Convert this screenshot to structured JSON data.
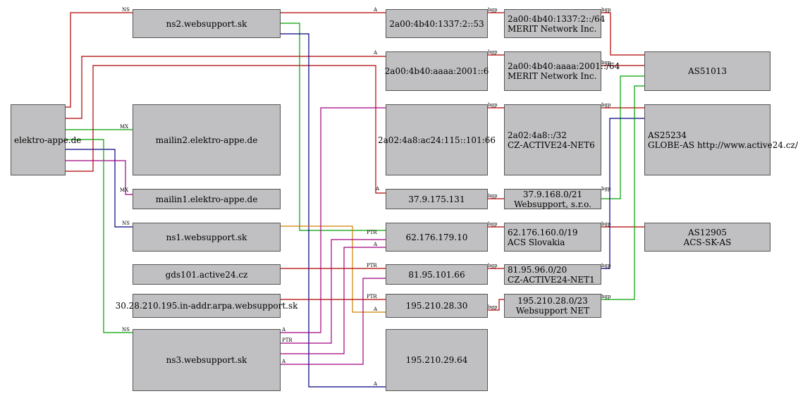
{
  "nodes": [
    {
      "id": "elektro",
      "lines": [
        "elektro-appe.de"
      ]
    },
    {
      "id": "ns2",
      "lines": [
        "ns2.websupport.sk"
      ]
    },
    {
      "id": "mailin2",
      "lines": [
        "mailin2.elektro-appe.de"
      ]
    },
    {
      "id": "mailin1",
      "lines": [
        "mailin1.elektro-appe.de"
      ]
    },
    {
      "id": "ns1",
      "lines": [
        "ns1.websupport.sk"
      ]
    },
    {
      "id": "gds101",
      "lines": [
        "gds101.active24.cz"
      ]
    },
    {
      "id": "inaddr",
      "lines": [
        "30.28.210.195.in-addr.arpa.websupport.sk"
      ]
    },
    {
      "id": "ns3",
      "lines": [
        "ns3.websupport.sk"
      ]
    },
    {
      "id": "ip53",
      "lines": [
        "2a00:4b40:1337:2::53"
      ]
    },
    {
      "id": "ip6",
      "lines": [
        "2a00:4b40:aaaa:2001::6"
      ]
    },
    {
      "id": "ip66",
      "lines": [
        "2a02:4a8:ac24:115::101:66"
      ]
    },
    {
      "id": "ip131",
      "lines": [
        "37.9.175.131"
      ]
    },
    {
      "id": "ip10",
      "lines": [
        "62.176.179.10"
      ]
    },
    {
      "id": "ip8166",
      "lines": [
        "81.95.101.66"
      ]
    },
    {
      "id": "ip30",
      "lines": [
        "195.210.28.30"
      ]
    },
    {
      "id": "ip64",
      "lines": [
        "195.210.29.64"
      ]
    },
    {
      "id": "pfx1337",
      "lines": [
        "2a00:4b40:1337:2::/64",
        "MERIT Network Inc."
      ]
    },
    {
      "id": "pfxaaaa",
      "lines": [
        "2a00:4b40:aaaa:2001::/64",
        "MERIT Network Inc."
      ]
    },
    {
      "id": "pfx4a8",
      "lines": [
        "2a02:4a8::/32",
        "CZ-ACTIVE24-NET6"
      ]
    },
    {
      "id": "pfx379",
      "lines": [
        "37.9.168.0/21",
        "Websupport, s.r.o."
      ]
    },
    {
      "id": "pfx62",
      "lines": [
        "62.176.160.0/19",
        "ACS Slovakia"
      ]
    },
    {
      "id": "pfx81",
      "lines": [
        "81.95.96.0/20",
        "CZ-ACTIVE24-NET1"
      ]
    },
    {
      "id": "pfx195",
      "lines": [
        "195.210.28.0/23",
        "Websupport NET"
      ]
    },
    {
      "id": "as51013",
      "lines": [
        "AS51013"
      ]
    },
    {
      "id": "as25234",
      "lines": [
        "AS25234",
        "GLOBE-AS http://www.active24.cz/"
      ]
    },
    {
      "id": "as12905",
      "lines": [
        "AS12905",
        "ACS-SK-AS"
      ]
    }
  ],
  "edges": [
    {
      "id": "e-ns-ns2",
      "label": "NS",
      "color": "#b00000"
    },
    {
      "id": "e-a-ip6",
      "label": "A",
      "color": "#b00000"
    },
    {
      "id": "e-mx-mailin2",
      "label": "MX",
      "color": "#00a000"
    },
    {
      "id": "e-ns-ns1",
      "label": "NS",
      "color": "#000080"
    },
    {
      "id": "e-mx-mailin1",
      "label": "MX",
      "color": "#a00080"
    },
    {
      "id": "e-a-ip131",
      "label": "A",
      "color": "#b00000"
    },
    {
      "id": "e-ns-ns3",
      "label": "NS",
      "color": "#00a000"
    },
    {
      "id": "e-ns2-ip53",
      "label": "A",
      "color": "#b00000"
    },
    {
      "id": "e-ns2-ip10",
      "label": "PTR",
      "color": "#00a000"
    },
    {
      "id": "e-ns2-ip64",
      "label": "A",
      "color": "#000080"
    },
    {
      "id": "e-ns1-ip30",
      "label": "A",
      "color": "#d08000"
    },
    {
      "id": "e-gds-ip8166",
      "label": "PTR",
      "color": "#b00000"
    },
    {
      "id": "e-inaddr-ip30",
      "label": "PTR",
      "color": "#b00000"
    },
    {
      "id": "e-ns3-ip66",
      "label": "A",
      "color": "#a00080"
    },
    {
      "id": "e-ns3-ip131",
      "label": "PTR",
      "color": "#a00080"
    },
    {
      "id": "e-ns3-ip10",
      "label": "A",
      "color": "#a00080"
    },
    {
      "id": "e-ns3-ip8166",
      "label": "A",
      "color": "#a00080"
    },
    {
      "id": "e-ip-bgp-53",
      "label": "bgp",
      "color": "#b00000"
    },
    {
      "id": "e-ip-bgp-6",
      "label": "bgp",
      "color": "#b00000"
    },
    {
      "id": "e-ip-bgp-66",
      "label": "bgp",
      "color": "#b00000"
    },
    {
      "id": "e-ip-bgp-131",
      "label": "bgp",
      "color": "#b00000"
    },
    {
      "id": "e-ip-bgp-10",
      "label": "bgp",
      "color": "#b00000"
    },
    {
      "id": "e-ip-bgp-8166",
      "label": "bgp",
      "color": "#b00000"
    },
    {
      "id": "e-ip-bgp-30",
      "label": "bgp",
      "color": "#b00000"
    },
    {
      "id": "e-pfx-as-1337",
      "label": "bgp",
      "color": "#b00000"
    },
    {
      "id": "e-pfx-as-aaaa",
      "label": "bgp",
      "color": "#b00000"
    },
    {
      "id": "e-pfx-as-4a8",
      "label": "bgp",
      "color": "#b00000"
    },
    {
      "id": "e-pfx-as-379",
      "label": "bgp",
      "color": "#00a000"
    },
    {
      "id": "e-pfx-as-62",
      "label": "bgp",
      "color": "#b00000"
    },
    {
      "id": "e-pfx-as-81",
      "label": "bgp",
      "color": "#000080"
    },
    {
      "id": "e-pfx-as-195",
      "label": "bgp",
      "color": "#00a000"
    }
  ]
}
